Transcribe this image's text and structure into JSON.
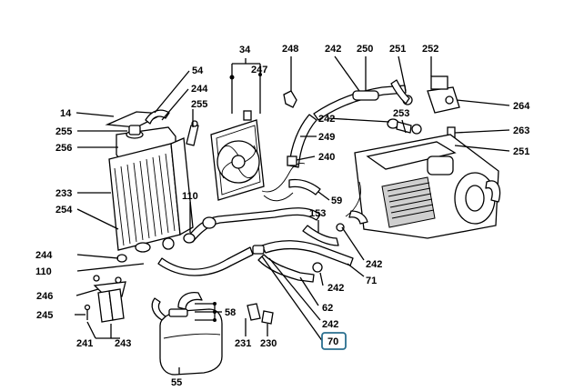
{
  "callouts": {
    "c14": "14",
    "c54": "54",
    "c244a": "244",
    "c255a": "255",
    "c255b": "255",
    "c256": "256",
    "c233": "233",
    "c254": "254",
    "c244b": "244",
    "c110a": "110",
    "c110b": "110",
    "c34": "34",
    "c247": "247",
    "c248": "248",
    "c249": "249",
    "c240": "240",
    "c59": "59",
    "c153": "153",
    "c242a": "242",
    "c242b": "242",
    "c242c": "242",
    "c242d": "242",
    "c242e": "242",
    "c250": "250",
    "c251a": "251",
    "c251b": "251",
    "c252": "252",
    "c253": "253",
    "c263": "263",
    "c264": "264",
    "c71": "71",
    "c62": "62",
    "c246": "246",
    "c245": "245",
    "c241": "241",
    "c243": "243",
    "c58": "58",
    "c55": "55",
    "c231": "231",
    "c230": "230",
    "c70": "70"
  }
}
